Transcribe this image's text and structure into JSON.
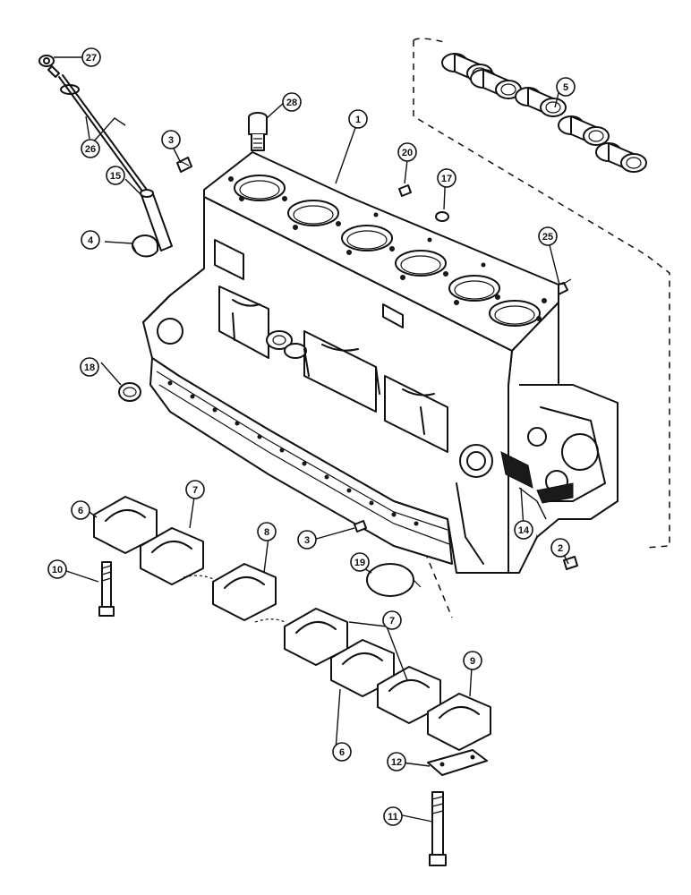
{
  "callouts": [
    {
      "label": "1"
    },
    {
      "label": "2"
    },
    {
      "label": "3"
    },
    {
      "label": "3"
    },
    {
      "label": "4"
    },
    {
      "label": "5"
    },
    {
      "label": "6"
    },
    {
      "label": "6"
    },
    {
      "label": "7"
    },
    {
      "label": "7"
    },
    {
      "label": "8"
    },
    {
      "label": "9"
    },
    {
      "label": "10"
    },
    {
      "label": "11"
    },
    {
      "label": "12"
    },
    {
      "label": "14"
    },
    {
      "label": "15"
    },
    {
      "label": "17"
    },
    {
      "label": "18"
    },
    {
      "label": "19"
    },
    {
      "label": "20"
    },
    {
      "label": "25"
    },
    {
      "label": "26"
    },
    {
      "label": "27"
    },
    {
      "label": "28"
    }
  ]
}
